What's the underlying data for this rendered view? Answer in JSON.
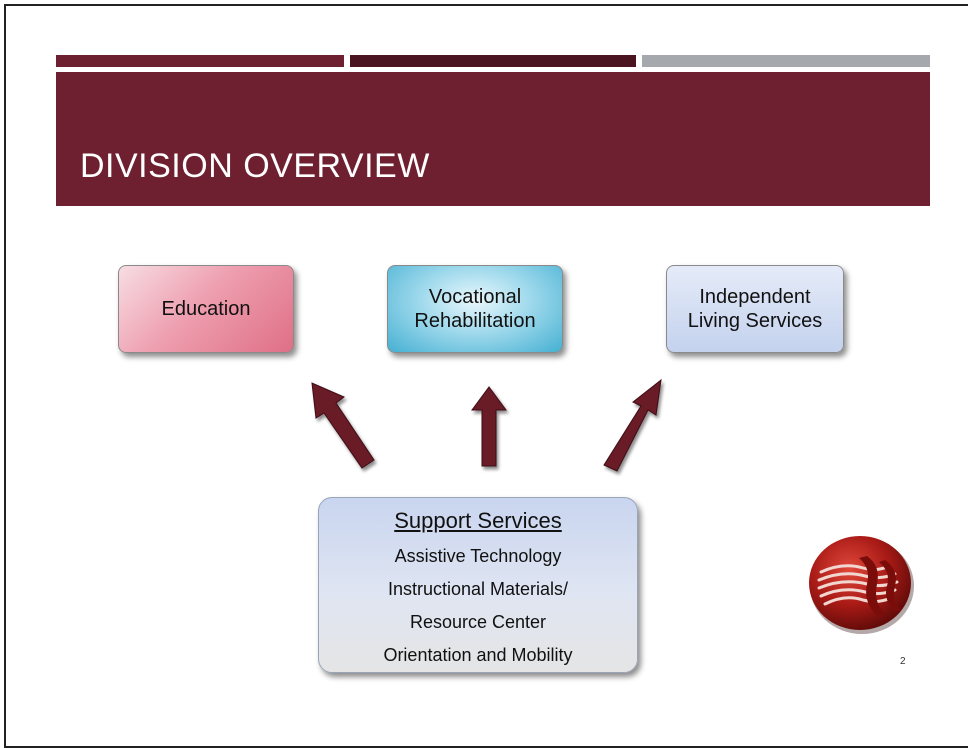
{
  "slide": {
    "title": "DIVISION OVERVIEW",
    "page_number": "2"
  },
  "colors": {
    "title_band": "#6f2030",
    "bar_1": "#6f2030",
    "bar_2": "#4a1420",
    "bar_3": "#a5a9ae",
    "arrow": "#6a1b28"
  },
  "top_boxes": {
    "education": "Education",
    "vocational_line1": "Vocational",
    "vocational_line2": "Rehabilitation",
    "independent_line1": "Independent",
    "independent_line2": "Living Services"
  },
  "support": {
    "title": "Support Services",
    "items": [
      "Assistive Technology",
      "Instructional Materials/",
      "Resource Center",
      "Orientation and Mobility"
    ]
  },
  "logo": {
    "icon": "agency-seal-logo"
  }
}
